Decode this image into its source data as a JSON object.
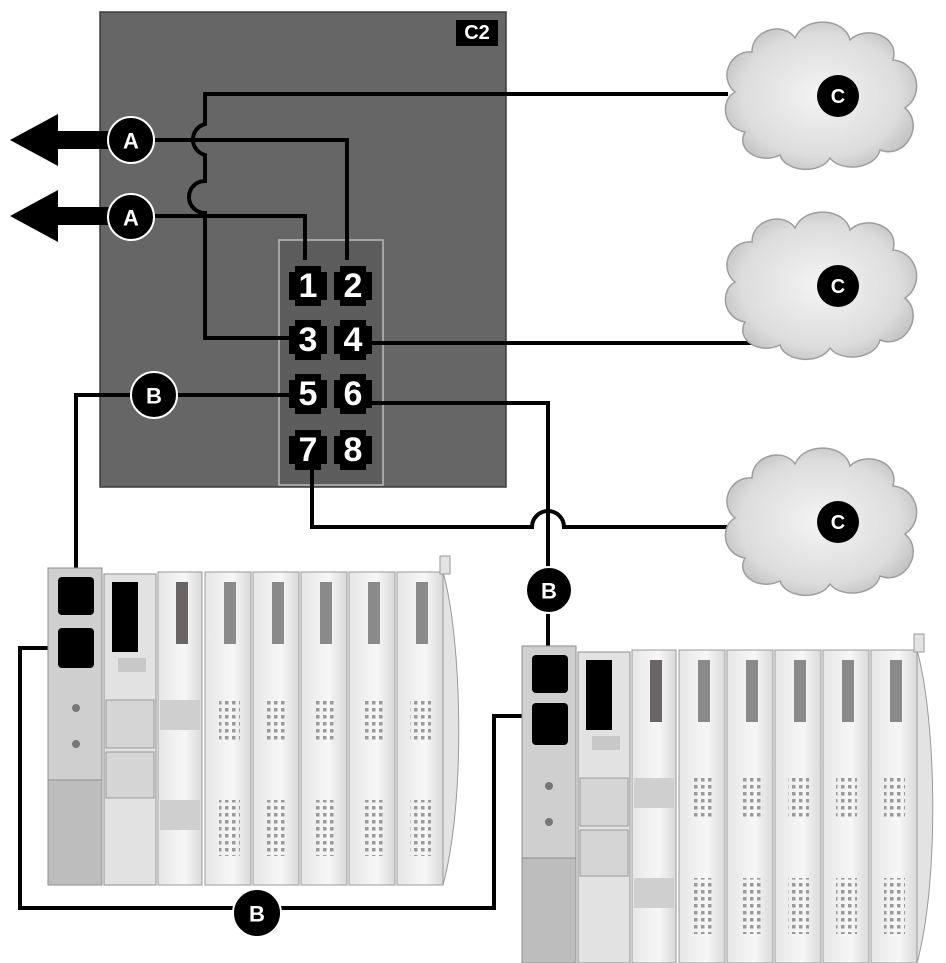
{
  "switch": {
    "label": "C2"
  },
  "ports": [
    "1",
    "2",
    "3",
    "4",
    "5",
    "6",
    "7",
    "8"
  ],
  "callouts": {
    "a_top": "A",
    "a_bottom": "A",
    "b_left": "B",
    "b_vertical": "B",
    "b_bottom": "B",
    "c_top": "C",
    "c_middle": "C",
    "c_bottom": "C"
  },
  "colors": {
    "switch_body": "#666666",
    "port_panel": "#5e5e5e",
    "port": "#000000",
    "cloud_light": "#f2f2f2",
    "cloud_dark": "#bdbdbd",
    "rack_light": "#eeeeee",
    "rack_mid": "#d4d4d4"
  }
}
